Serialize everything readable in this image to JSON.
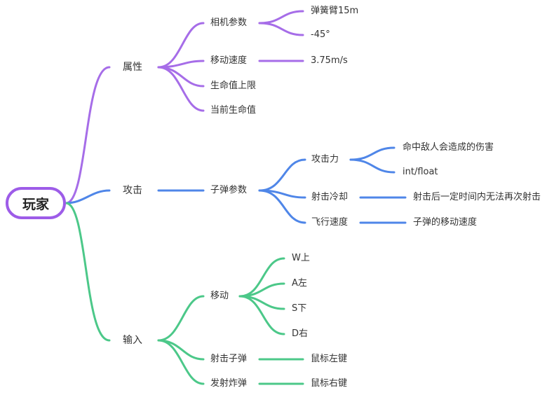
{
  "colors": {
    "attr": "#a66de8",
    "attack": "#4f86e8",
    "input": "#4cc889"
  },
  "root": {
    "label": "玩家"
  },
  "branches": {
    "attr": {
      "label": "属性",
      "camera": {
        "label": "相机参数",
        "spring": "弹簧臂15m",
        "angle": "-45°"
      },
      "speed": {
        "label": "移动速度",
        "value": "3.75m/s"
      },
      "maxhp": {
        "label": "生命值上限"
      },
      "curhp": {
        "label": "当前生命值"
      }
    },
    "attack": {
      "label": "攻击",
      "bullet": {
        "label": "子弹参数",
        "power": {
          "label": "攻击力",
          "desc": "命中敌人会造成的伤害",
          "type": "int/float"
        },
        "cooldown": {
          "label": "射击冷却",
          "desc": "射击后一定时间内无法再次射击"
        },
        "fly": {
          "label": "飞行速度",
          "desc": "子弹的移动速度"
        }
      }
    },
    "input": {
      "label": "输入",
      "move": {
        "label": "移动",
        "w": "W上",
        "a": "A左",
        "s": "S下",
        "d": "D右"
      },
      "shoot": {
        "label": "射击子弹",
        "key": "鼠标左键"
      },
      "bomb": {
        "label": "发射炸弹",
        "key": "鼠标右键"
      }
    }
  }
}
